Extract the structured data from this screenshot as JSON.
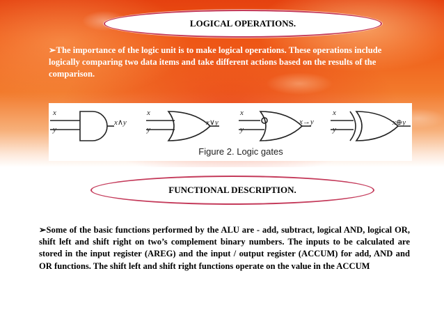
{
  "slide": {
    "heading1": "LOGICAL OPERATIONS.",
    "intro": "➢The importance of the logic unit is to make logical operations. These operations include logically comparing two data items and take different actions based on the results of the comparison.",
    "figure": {
      "caption": "Figure 2.  Logic gates",
      "gates": [
        {
          "in1": "x",
          "in2": "y",
          "out": "x∧y",
          "type": "and"
        },
        {
          "in1": "x",
          "in2": "y",
          "out": "x∨y",
          "type": "or"
        },
        {
          "in1": "x",
          "in2": "y",
          "out": "x→y",
          "type": "implication"
        },
        {
          "in1": "x",
          "in2": "y",
          "out": "x⊕y",
          "type": "xor"
        }
      ]
    },
    "heading2": "FUNCTIONAL DESCRIPTION.",
    "body": "➢Some of the basic functions performed by the ALU are - add, subtract, logical AND, logical OR, shift left and shift right on two’s complement binary numbers. The inputs to be calculated are stored in the input register (AREG) and the input / output register (ACCUM) for add, AND and OR functions. The shift left and shift right functions operate on the value in the ACCUM"
  },
  "colors": {
    "background_top": "#e5410f",
    "oval_border": "#c43a5a",
    "intro_text": "#ffffff"
  }
}
